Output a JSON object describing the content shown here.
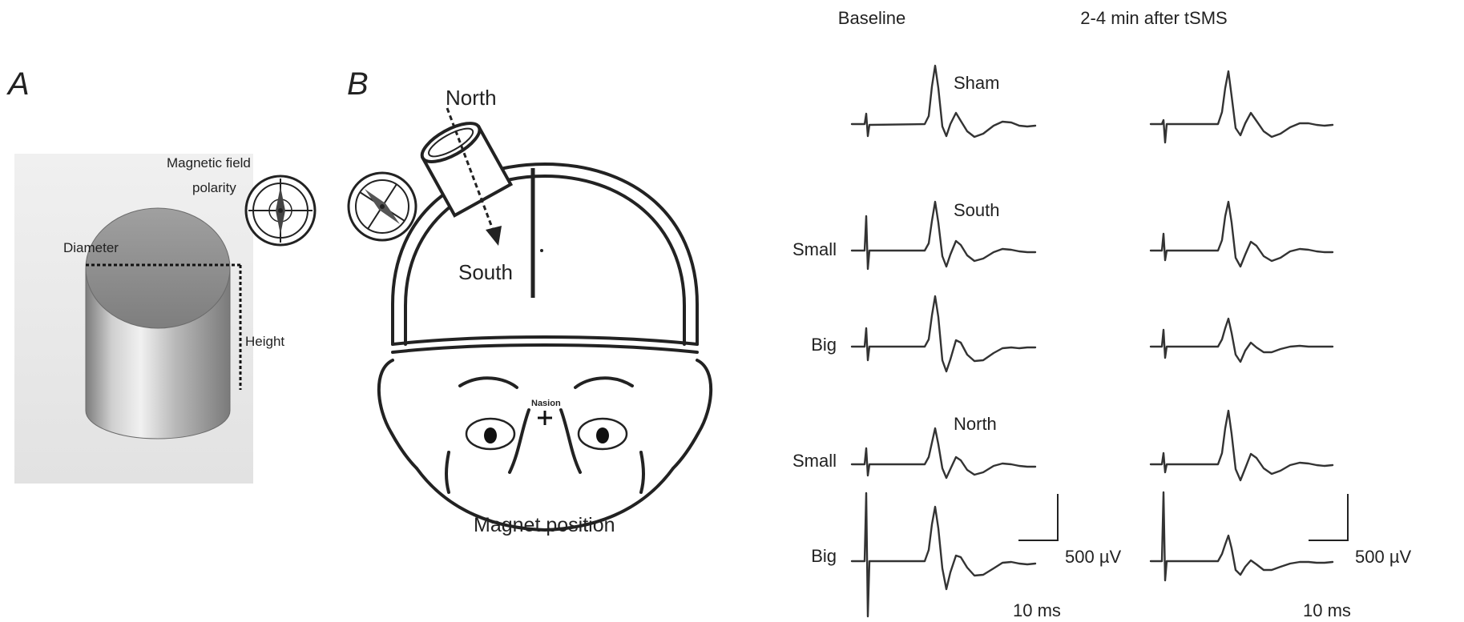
{
  "panel_a": {
    "label": "A",
    "field_label": "Magnetic field",
    "polarity_label": "polarity",
    "diameter_label": "Diameter",
    "height_label": "Height"
  },
  "panel_b": {
    "label": "B",
    "north_label": "North",
    "south_label": "South",
    "nasion_label": "Nasion",
    "caption": "Magnet position"
  },
  "traces_panel": {
    "col_baseline": "Baseline",
    "col_after": "2-4 min after tSMS",
    "group_sham": "Sham",
    "group_south": "South",
    "group_north": "North",
    "row_small": "Small",
    "row_big": "Big",
    "scale_amp": "500 µV",
    "scale_time": "10 ms"
  },
  "colors": {
    "trace": "#333333",
    "magnet_top": "#8a8a8a",
    "magnet_side": "#c9c9c9",
    "background": "#ffffff"
  }
}
